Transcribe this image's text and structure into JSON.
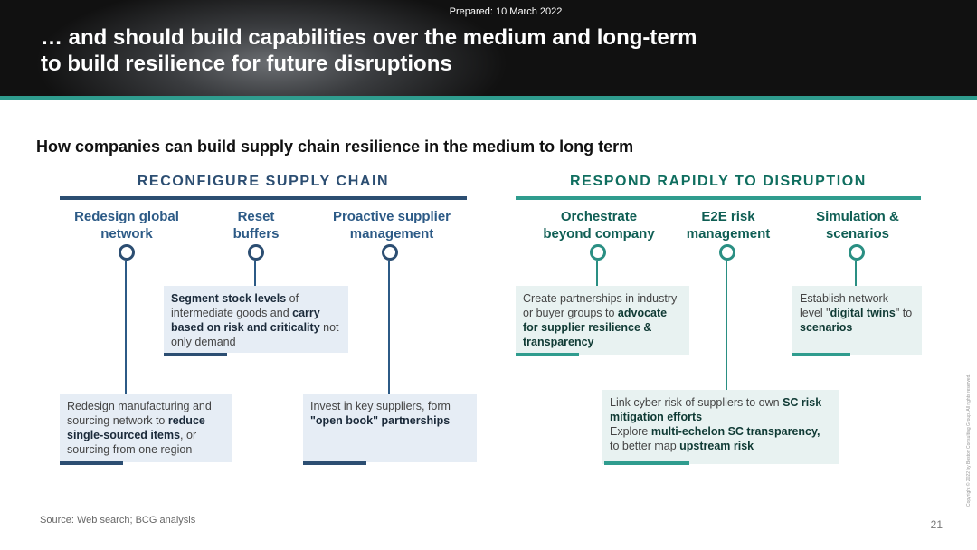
{
  "header": {
    "prepared": "Prepared: 10 March 2022",
    "title_line1": "… and should build capabilities over the medium and long-term",
    "title_line2": "to build resilience for future disruptions"
  },
  "subtitle": "How companies can build supply chain resilience in the medium to long term",
  "sections": {
    "left": {
      "title": "RECONFIGURE SUPPLY CHAIN",
      "columns": [
        {
          "line1": "Redesign global",
          "line2": "network"
        },
        {
          "line1": "Reset",
          "line2": "buffers"
        },
        {
          "line1": "Proactive supplier",
          "line2": "management"
        }
      ]
    },
    "right": {
      "title": "RESPOND RAPIDLY TO DISRUPTION",
      "columns": [
        {
          "line1": "Orchestrate",
          "line2": "beyond company"
        },
        {
          "line1": "E2E risk",
          "line2": "management"
        },
        {
          "line1": "Simulation &",
          "line2": "scenarios"
        }
      ]
    }
  },
  "boxes": {
    "segment": {
      "p1": "Segment stock levels",
      "p2": " of intermediate goods and ",
      "p3": "carry based on risk and criticality",
      "p4": " not only demand"
    },
    "redesign": {
      "p1": "Redesign manufacturing and sourcing network to ",
      "p2": "reduce single-sourced items",
      "p3": ", or sourcing from one region"
    },
    "invest": {
      "p1": "Invest in key suppliers, form ",
      "p2": "\"open book\" partnerships"
    },
    "partnerships": {
      "p1": "Create partnerships in industry or buyer groups to ",
      "p2": "advocate for supplier resilience & transparency"
    },
    "network": {
      "p1": "Establish network level \"",
      "p2": "digital twins",
      "p3": "\" to ",
      "p4": "scenarios"
    },
    "cyber": {
      "p1": "Link cyber risk of suppliers to own ",
      "p2": "SC risk mitigation efforts",
      "p3": "Explore ",
      "p4": "multi-echelon SC transparency,",
      "p5": "to better map ",
      "p6": "upstream risk"
    }
  },
  "footer": {
    "source": "Source: Web search; BCG analysis",
    "page": "21",
    "copyright": "Copyright © 2022 by Boston Consulting Group. All rights reserved."
  },
  "colors": {
    "navy": "#2c4e72",
    "teal": "#2f9c8e",
    "banner": "#111111"
  }
}
